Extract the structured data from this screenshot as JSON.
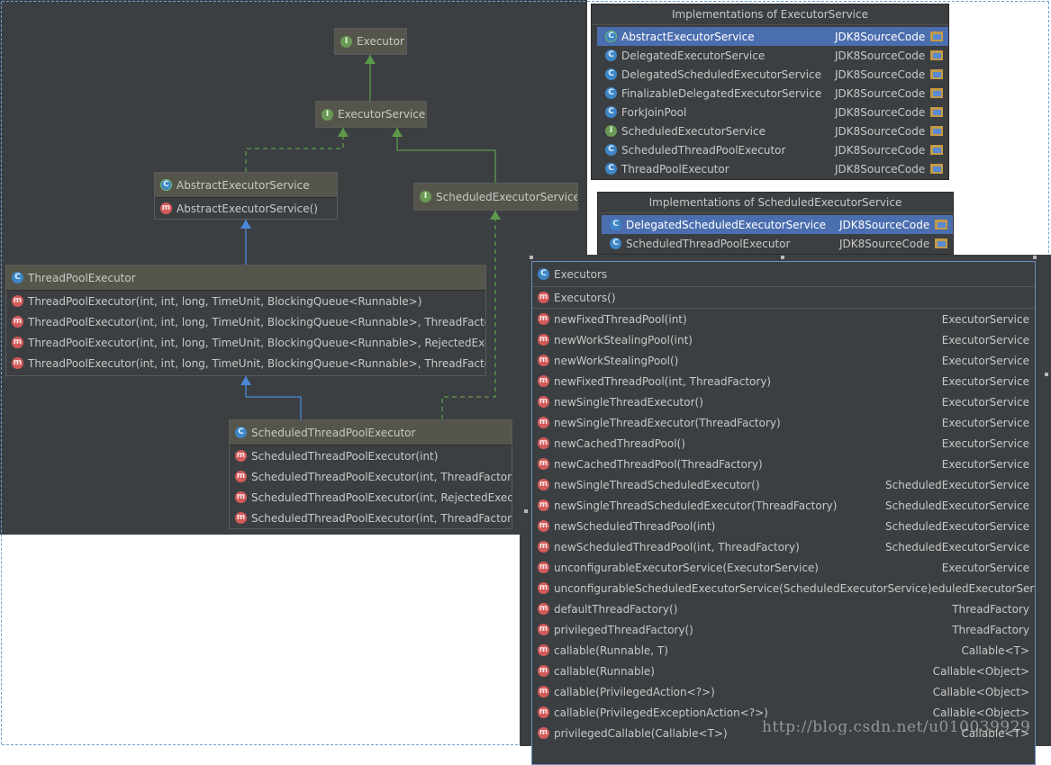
{
  "diagram": {
    "executor": {
      "name": "Executor",
      "kind_icon": "I"
    },
    "executor_service": {
      "name": "ExecutorService",
      "kind_icon": "I"
    },
    "abstract_executor_service": {
      "name": "AbstractExecutorService",
      "kind_icon": "C",
      "methods": [
        "AbstractExecutorService()"
      ]
    },
    "scheduled_executor_service": {
      "name": "ScheduledExecutorService",
      "kind_icon": "I"
    },
    "thread_pool_executor": {
      "name": "ThreadPoolExecutor",
      "kind_icon": "C",
      "methods": [
        "ThreadPoolExecutor(int, int, long, TimeUnit, BlockingQueue<Runnable>)",
        "ThreadPoolExecutor(int, int, long, TimeUnit, BlockingQueue<Runnable>, ThreadFactory)",
        "ThreadPoolExecutor(int, int, long, TimeUnit, BlockingQueue<Runnable>, RejectedExecut",
        "ThreadPoolExecutor(int, int, long, TimeUnit, BlockingQueue<Runnable>, ThreadFactory,"
      ]
    },
    "scheduled_thread_pool_executor": {
      "name": "ScheduledThreadPoolExecutor",
      "kind_icon": "C",
      "methods": [
        "ScheduledThreadPoolExecutor(int)",
        "ScheduledThreadPoolExecutor(int, ThreadFactory)",
        "ScheduledThreadPoolExecutor(int, RejectedExecuti",
        "ScheduledThreadPoolExecutor(int, ThreadFactory,"
      ]
    },
    "edge_colors": {
      "extends": "#4a88d8",
      "implements": "#5c9a4a",
      "interface_extends": "#5c9a4a"
    }
  },
  "impl_executor_service": {
    "title": "Implementations of ExecutorService",
    "rows": [
      {
        "name": "AbstractExecutorService",
        "src": "JDK8SourceCode",
        "selected": true,
        "icon": "C"
      },
      {
        "name": "DelegatedExecutorService",
        "src": "JDK8SourceCode",
        "selected": false,
        "icon": "C"
      },
      {
        "name": "DelegatedScheduledExecutorService",
        "src": "JDK8SourceCode",
        "selected": false,
        "icon": "C"
      },
      {
        "name": "FinalizableDelegatedExecutorService",
        "src": "JDK8SourceCode",
        "selected": false,
        "icon": "C"
      },
      {
        "name": "ForkJoinPool",
        "src": "JDK8SourceCode",
        "selected": false,
        "icon": "C"
      },
      {
        "name": "ScheduledExecutorService",
        "src": "JDK8SourceCode",
        "selected": false,
        "icon": "I"
      },
      {
        "name": "ScheduledThreadPoolExecutor",
        "src": "JDK8SourceCode",
        "selected": false,
        "icon": "C"
      },
      {
        "name": "ThreadPoolExecutor",
        "src": "JDK8SourceCode",
        "selected": false,
        "icon": "C"
      }
    ]
  },
  "impl_scheduled_executor_service": {
    "title": "Implementations of ScheduledExecutorService",
    "rows": [
      {
        "name": "DelegatedScheduledExecutorService",
        "src": "JDK8SourceCode",
        "selected": true,
        "icon": "C"
      },
      {
        "name": "ScheduledThreadPoolExecutor",
        "src": "JDK8SourceCode",
        "selected": false,
        "icon": "C"
      }
    ]
  },
  "executors": {
    "name": "Executors",
    "kind_icon": "C",
    "constructor": "Executors()",
    "methods": [
      {
        "name": "newFixedThreadPool(int)",
        "ret": "ExecutorService"
      },
      {
        "name": "newWorkStealingPool(int)",
        "ret": "ExecutorService"
      },
      {
        "name": "newWorkStealingPool()",
        "ret": "ExecutorService"
      },
      {
        "name": "newFixedThreadPool(int, ThreadFactory)",
        "ret": "ExecutorService"
      },
      {
        "name": "newSingleThreadExecutor()",
        "ret": "ExecutorService"
      },
      {
        "name": "newSingleThreadExecutor(ThreadFactory)",
        "ret": "ExecutorService"
      },
      {
        "name": "newCachedThreadPool()",
        "ret": "ExecutorService"
      },
      {
        "name": "newCachedThreadPool(ThreadFactory)",
        "ret": "ExecutorService"
      },
      {
        "name": "newSingleThreadScheduledExecutor()",
        "ret": "ScheduledExecutorService"
      },
      {
        "name": "newSingleThreadScheduledExecutor(ThreadFactory)",
        "ret": "ScheduledExecutorService"
      },
      {
        "name": "newScheduledThreadPool(int)",
        "ret": "ScheduledExecutorService"
      },
      {
        "name": "newScheduledThreadPool(int, ThreadFactory)",
        "ret": "ScheduledExecutorService"
      },
      {
        "name": "unconfigurableExecutorService(ExecutorService)",
        "ret": "ExecutorService"
      },
      {
        "name": "unconfigurableScheduledExecutorService(ScheduledExecutorService)",
        "ret": "eduledExecutorService"
      },
      {
        "name": "defaultThreadFactory()",
        "ret": "ThreadFactory"
      },
      {
        "name": "privilegedThreadFactory()",
        "ret": "ThreadFactory"
      },
      {
        "name": "callable(Runnable, T)",
        "ret": "Callable<T>"
      },
      {
        "name": "callable(Runnable)",
        "ret": "Callable<Object>"
      },
      {
        "name": "callable(PrivilegedAction<?>)",
        "ret": "Callable<Object>"
      },
      {
        "name": "callable(PrivilegedExceptionAction<?>)",
        "ret": "Callable<Object>"
      },
      {
        "name": "privilegedCallable(Callable<T>)",
        "ret": "Callable<T>"
      }
    ]
  },
  "watermark": "http://blog.csdn.net/u010039929"
}
